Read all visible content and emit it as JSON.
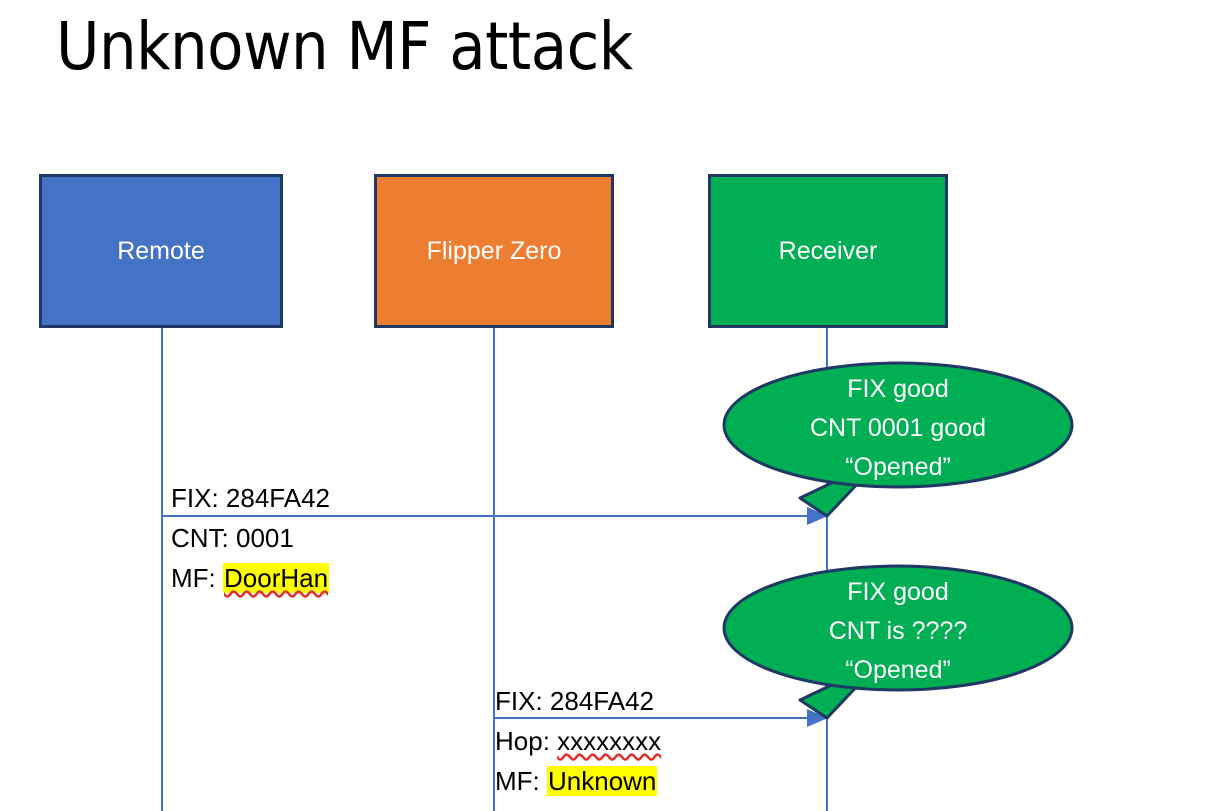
{
  "slide": {
    "title": "Unknown MF attack",
    "background": "#FFFFFF"
  },
  "colors": {
    "remote_fill": "#4472C4",
    "flipper_fill": "#ED7D31",
    "receiver_fill": "#00AE53",
    "box_border": "#1F3864",
    "lifeline": "#4472C4",
    "arrow": "#4472C4",
    "highlight": "#FFFF00",
    "spellcheck_underline": "#E03030",
    "text_dark": "#000000",
    "text_light": "#FFFFFF"
  },
  "actors": [
    {
      "id": "remote",
      "label": "Remote",
      "fill": "#4472C4"
    },
    {
      "id": "flipper",
      "label": "Flipper Zero",
      "fill": "#ED7D31"
    },
    {
      "id": "receiver",
      "label": "Receiver",
      "fill": "#00AE53"
    }
  ],
  "messages": [
    {
      "id": "msg1",
      "from": "remote",
      "to": "receiver",
      "lines": [
        {
          "label": "FIX: ",
          "value": "284FA42",
          "highlight": false,
          "spellcheck_error": false
        },
        {
          "label": "CNT: ",
          "value": "0001",
          "highlight": false,
          "spellcheck_error": false
        },
        {
          "label": "MF: ",
          "value": "DoorHan",
          "highlight": true,
          "spellcheck_error": true
        }
      ]
    },
    {
      "id": "msg2",
      "from": "flipper",
      "to": "receiver",
      "lines": [
        {
          "label": "FIX: ",
          "value": "284FA42",
          "highlight": false,
          "spellcheck_error": false
        },
        {
          "label": "Hop: ",
          "value": "xxxxxxxx",
          "highlight": false,
          "spellcheck_error": true
        },
        {
          "label": "MF: ",
          "value": "Unknown",
          "highlight": true,
          "spellcheck_error": false
        }
      ]
    }
  ],
  "callouts": [
    {
      "id": "callout1",
      "attached_to": "receiver",
      "line1": "FIX good",
      "line2": "CNT 0001 good",
      "line3": "“Opened”"
    },
    {
      "id": "callout2",
      "attached_to": "receiver",
      "line1": "FIX good",
      "line2": "CNT is ????",
      "line3": "“Opened”"
    }
  ]
}
